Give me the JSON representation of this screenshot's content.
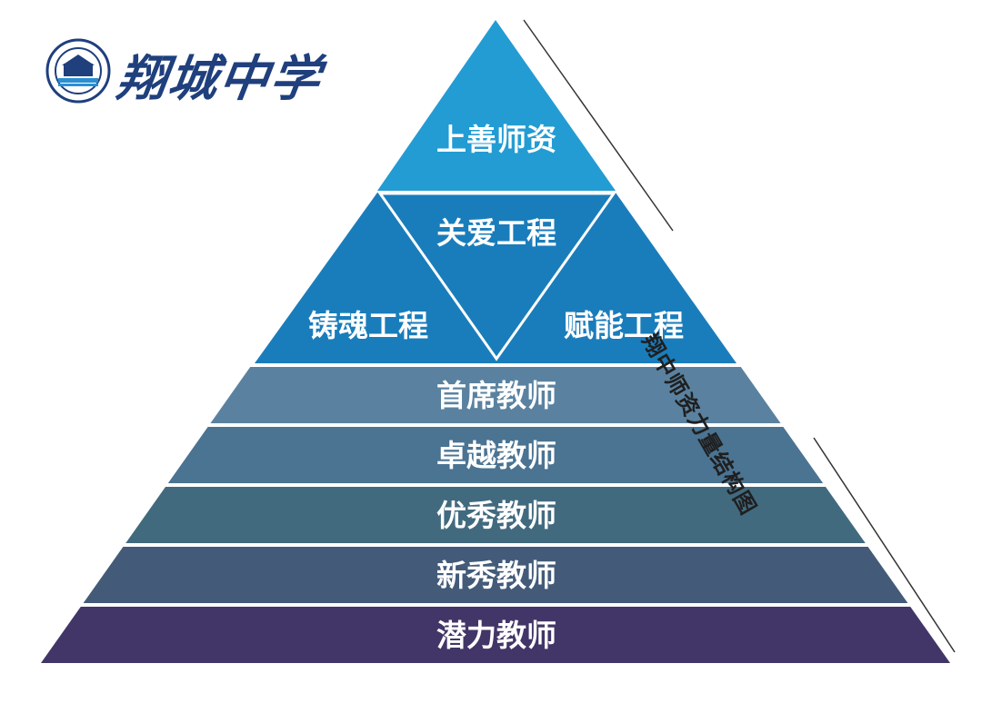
{
  "logo": {
    "name": "翔城中学",
    "seal_icon": "school-seal-icon"
  },
  "side_title": "翔中师资力量结构图",
  "top": {
    "label": "上善师资"
  },
  "middle": {
    "left": "铸魂工程",
    "center": "关爱工程",
    "right": "赋能工程"
  },
  "tiers": [
    {
      "label": "首席教师",
      "color": "#5a82a0"
    },
    {
      "label": "卓越教师",
      "color": "#4b7392"
    },
    {
      "label": "优秀教师",
      "color": "#426a7f"
    },
    {
      "label": "新秀教师",
      "color": "#435b79"
    },
    {
      "label": "潜力教师",
      "color": "#423567"
    }
  ],
  "colors": {
    "top": "#239cd3",
    "middle": "#1a7dbb"
  }
}
